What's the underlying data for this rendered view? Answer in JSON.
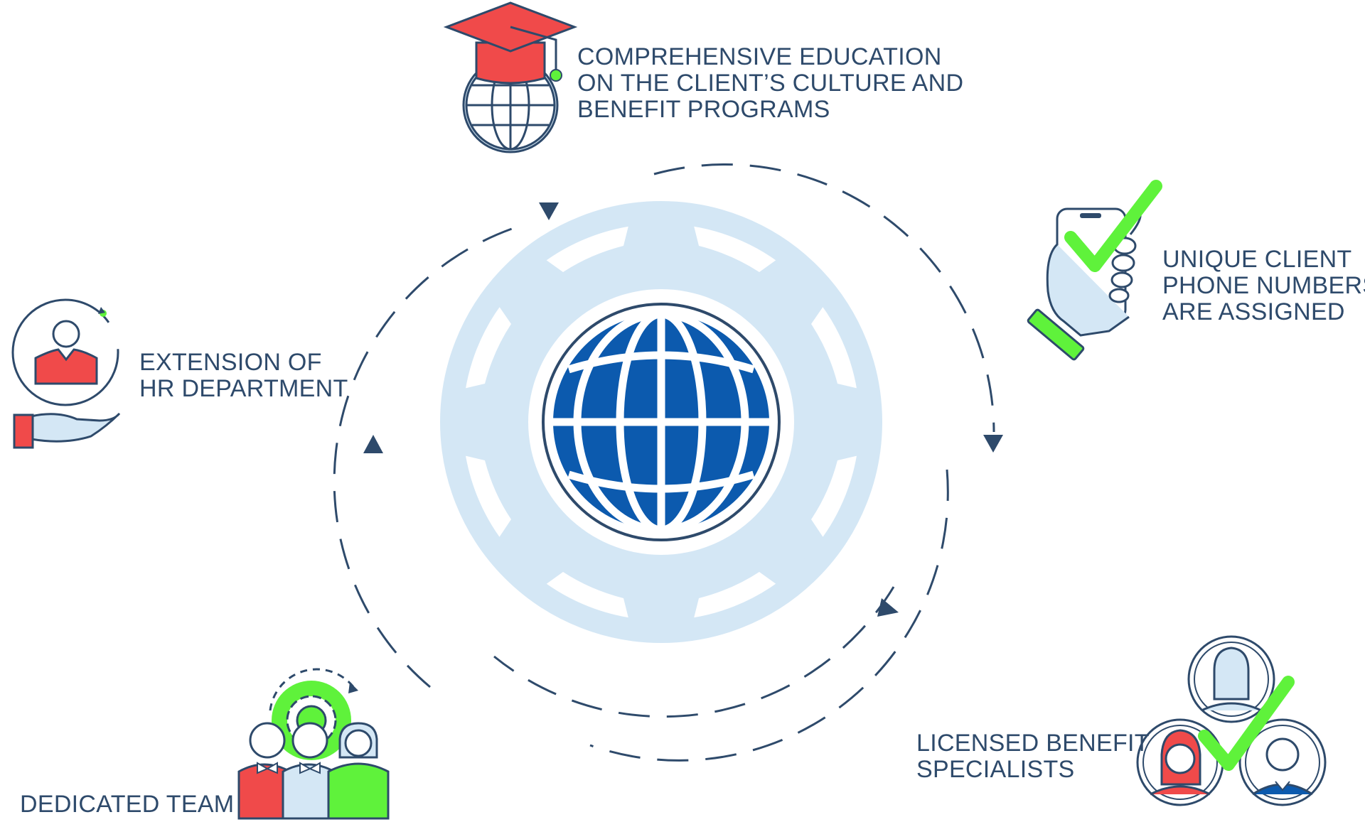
{
  "items": [
    {
      "id": "education",
      "icon": "graduation-cap-globe-icon",
      "lines": [
        "COMPREHENSIVE EDUCATION",
        "ON THE CLIENT’S CULTURE AND",
        "BENEFIT PROGRAMS"
      ]
    },
    {
      "id": "phone",
      "icon": "phone-checkmark-icon",
      "lines": [
        "UNIQUE CLIENT",
        "PHONE NUMBERS",
        "ARE ASSIGNED"
      ]
    },
    {
      "id": "hr",
      "icon": "hand-holding-person-icon",
      "lines": [
        "EXTENSION OF",
        "HR DEPARTMENT"
      ]
    },
    {
      "id": "specialists",
      "icon": "specialists-group-icon",
      "lines": [
        "LICENSED BENEFIT",
        "SPECIALISTS"
      ]
    },
    {
      "id": "team",
      "icon": "dedicated-team-icon",
      "lines": [
        "DEDICATED TEAM"
      ]
    }
  ],
  "center": {
    "icon": "globe-gear-icon"
  },
  "colors": {
    "navy": "#2e4a6b",
    "blue": "#0c5aae",
    "light_blue": "#d4e7f5",
    "red": "#f04a4a",
    "green": "#5ff23b",
    "text": "#2e4a6b"
  }
}
